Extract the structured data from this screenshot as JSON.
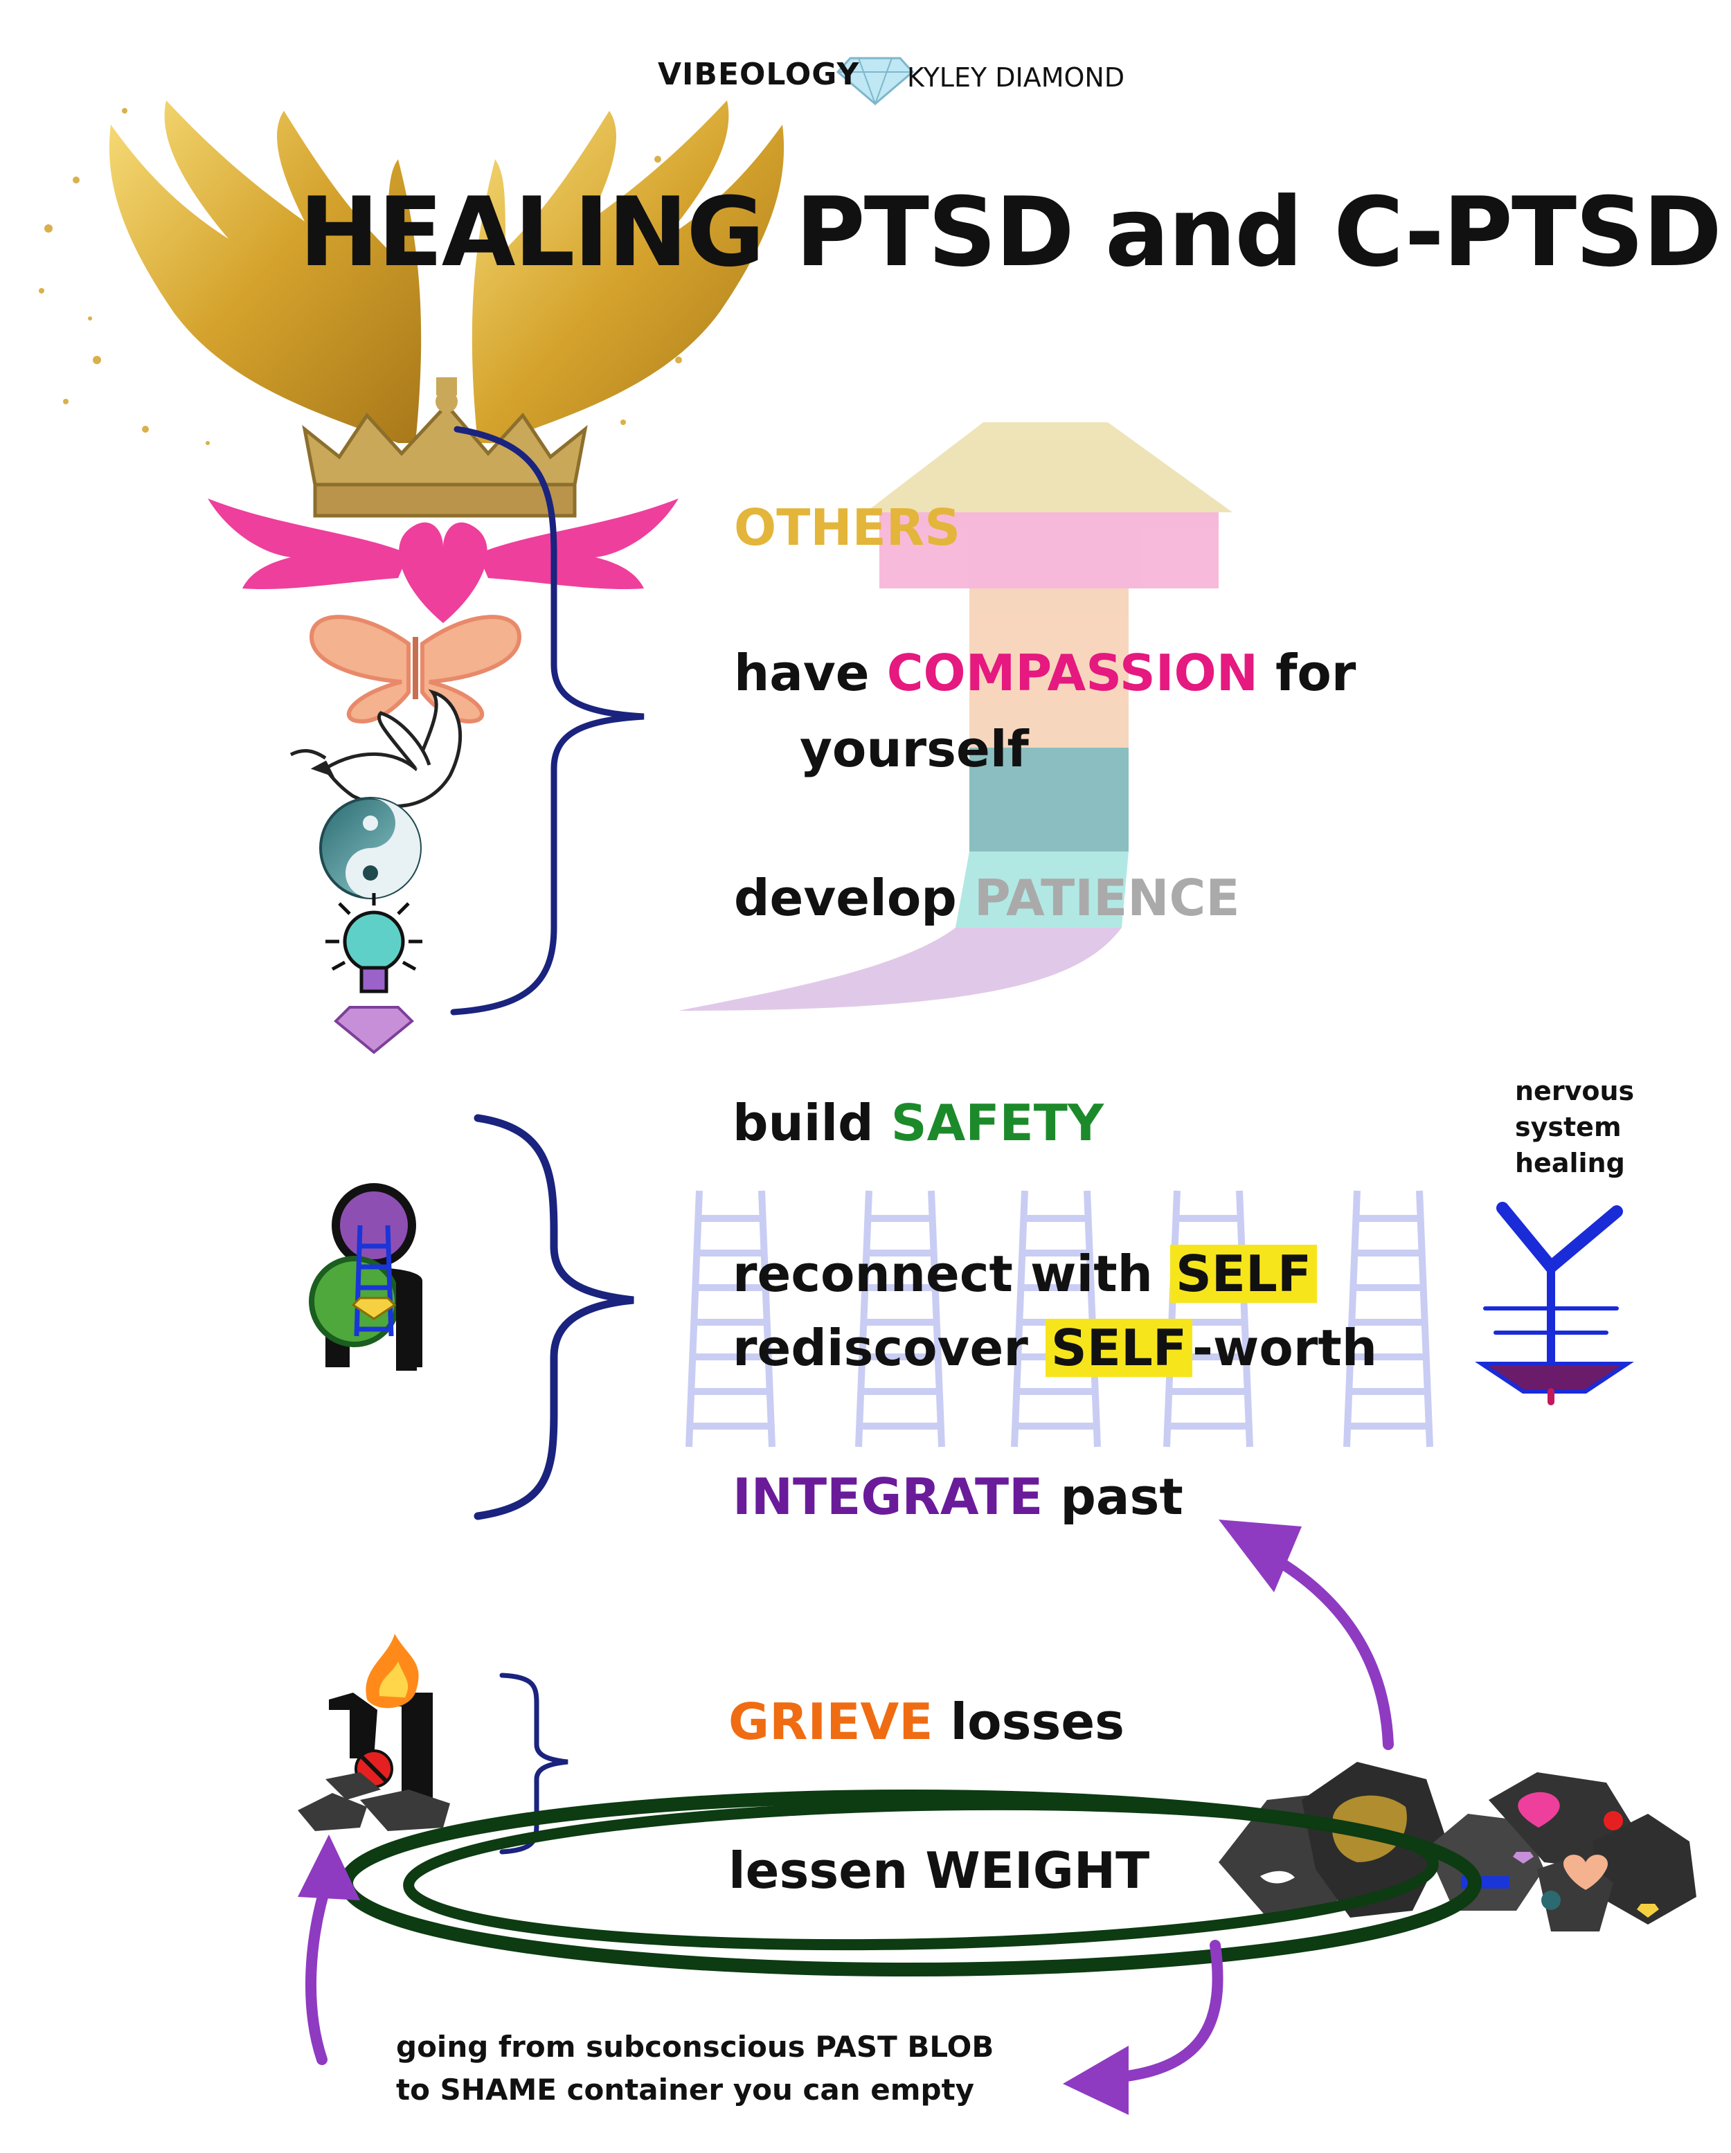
{
  "header": {
    "brand_left": "VIBEOLOGY",
    "brand_right": "KYLEY DIAMOND"
  },
  "title": "HEALING PTSD and C-PTSD",
  "colors": {
    "gold": "#e3b53a",
    "magenta": "#e5197f",
    "gray": "#aaaaaa",
    "green": "#1c8a2b",
    "purple": "#6a1b9a",
    "orange": "#ef6c12",
    "highlight": "#f7e51c",
    "brace_navy": "#1a237e",
    "loop_dark_green": "#0d3b12",
    "ladder_lavender": "#c9cdf3",
    "arrow_purple": "#8e3bc2"
  },
  "top_section": {
    "others": "OTHERS",
    "compassion_pre": "have ",
    "compassion_word": "COMPASSION",
    "compassion_post": " for",
    "compassion_line2": "yourself",
    "patience_pre": "develop ",
    "patience_word": "PATIENCE"
  },
  "middle_section": {
    "safety_pre": "build ",
    "safety_word": "SAFETY",
    "reconnect_pre": "reconnect with ",
    "reconnect_word": "SELF",
    "rediscover_pre": "rediscover ",
    "rediscover_word": "SELF",
    "rediscover_post": "-worth",
    "integrate_word": "INTEGRATE",
    "integrate_post": " past",
    "nervous_line1": "nervous",
    "nervous_line2": "system",
    "nervous_line3": "healing"
  },
  "bottom_section": {
    "grieve_word": "GRIEVE",
    "grieve_post": " losses",
    "lessen": "lessen WEIGHT",
    "note_line1": "going from subconscious PAST BLOB",
    "note_line2": "to SHAME container you can empty"
  }
}
